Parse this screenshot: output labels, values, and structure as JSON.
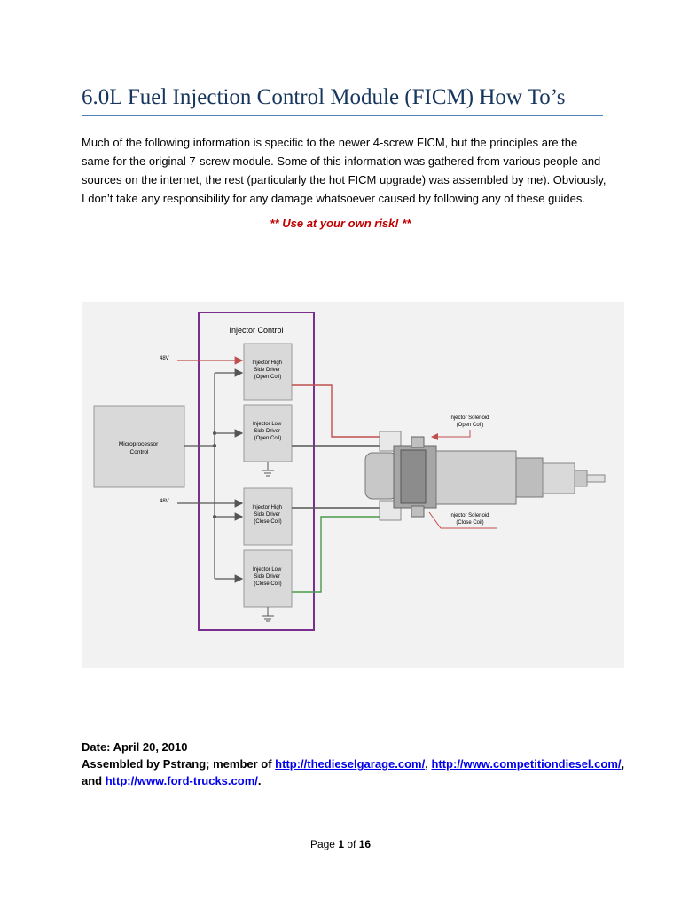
{
  "title": "6.0L Fuel Injection Control Module (FICM) How To’s",
  "intro": "Much of the following information is specific to the newer 4-screw FICM, but the principles are the same for the original 7-screw module.  Some of this information was gathered from various people and sources on the internet, the rest (particularly the hot FICM upgrade) was assembled by me).  Obviously, I don’t take any responsibility for any damage whatsoever caused by following any of these guides.",
  "warning": "** Use at your own risk! **",
  "diagram": {
    "control_title": "Injector Control",
    "v48_top": "48V",
    "v48_bottom": "48V",
    "micro": [
      "Microprocessor",
      "Control"
    ],
    "hs_open": [
      "Injector High",
      "Side Driver",
      "(Open Coil)"
    ],
    "ls_open": [
      "Injector Low",
      "Side Driver",
      "(Open Coil)"
    ],
    "hs_close": [
      "Injector High",
      "Side Driver",
      "(Close Coil)"
    ],
    "ls_close": [
      "Injector Low",
      "Side Driver",
      "(Close Coil)"
    ],
    "sol_open": [
      "Injector Solenoid",
      "(Open Coil)"
    ],
    "sol_close": [
      "Injector Solenoid",
      "(Close Coil)"
    ],
    "colors": {
      "purple": "#7a2f8f",
      "red": "#c0504d",
      "green": "#4a9a4a",
      "box": "#d9d9d9",
      "bg": "#f2f2f2"
    }
  },
  "meta": {
    "date": "Date: April 20, 2010",
    "assembled_prefix": "Assembled by Pstrang; member of ",
    "link1": "http://thedieselgarage.com/",
    "sep": ", ",
    "link2": "http://www.competitiondiesel.com/",
    "tail": ",",
    "and_prefix": "and ",
    "link3": "http://www.ford-trucks.com/",
    "end": "."
  },
  "footer": {
    "page_label": "Page ",
    "page_num": "1",
    "of_label": " of ",
    "total": "16"
  }
}
